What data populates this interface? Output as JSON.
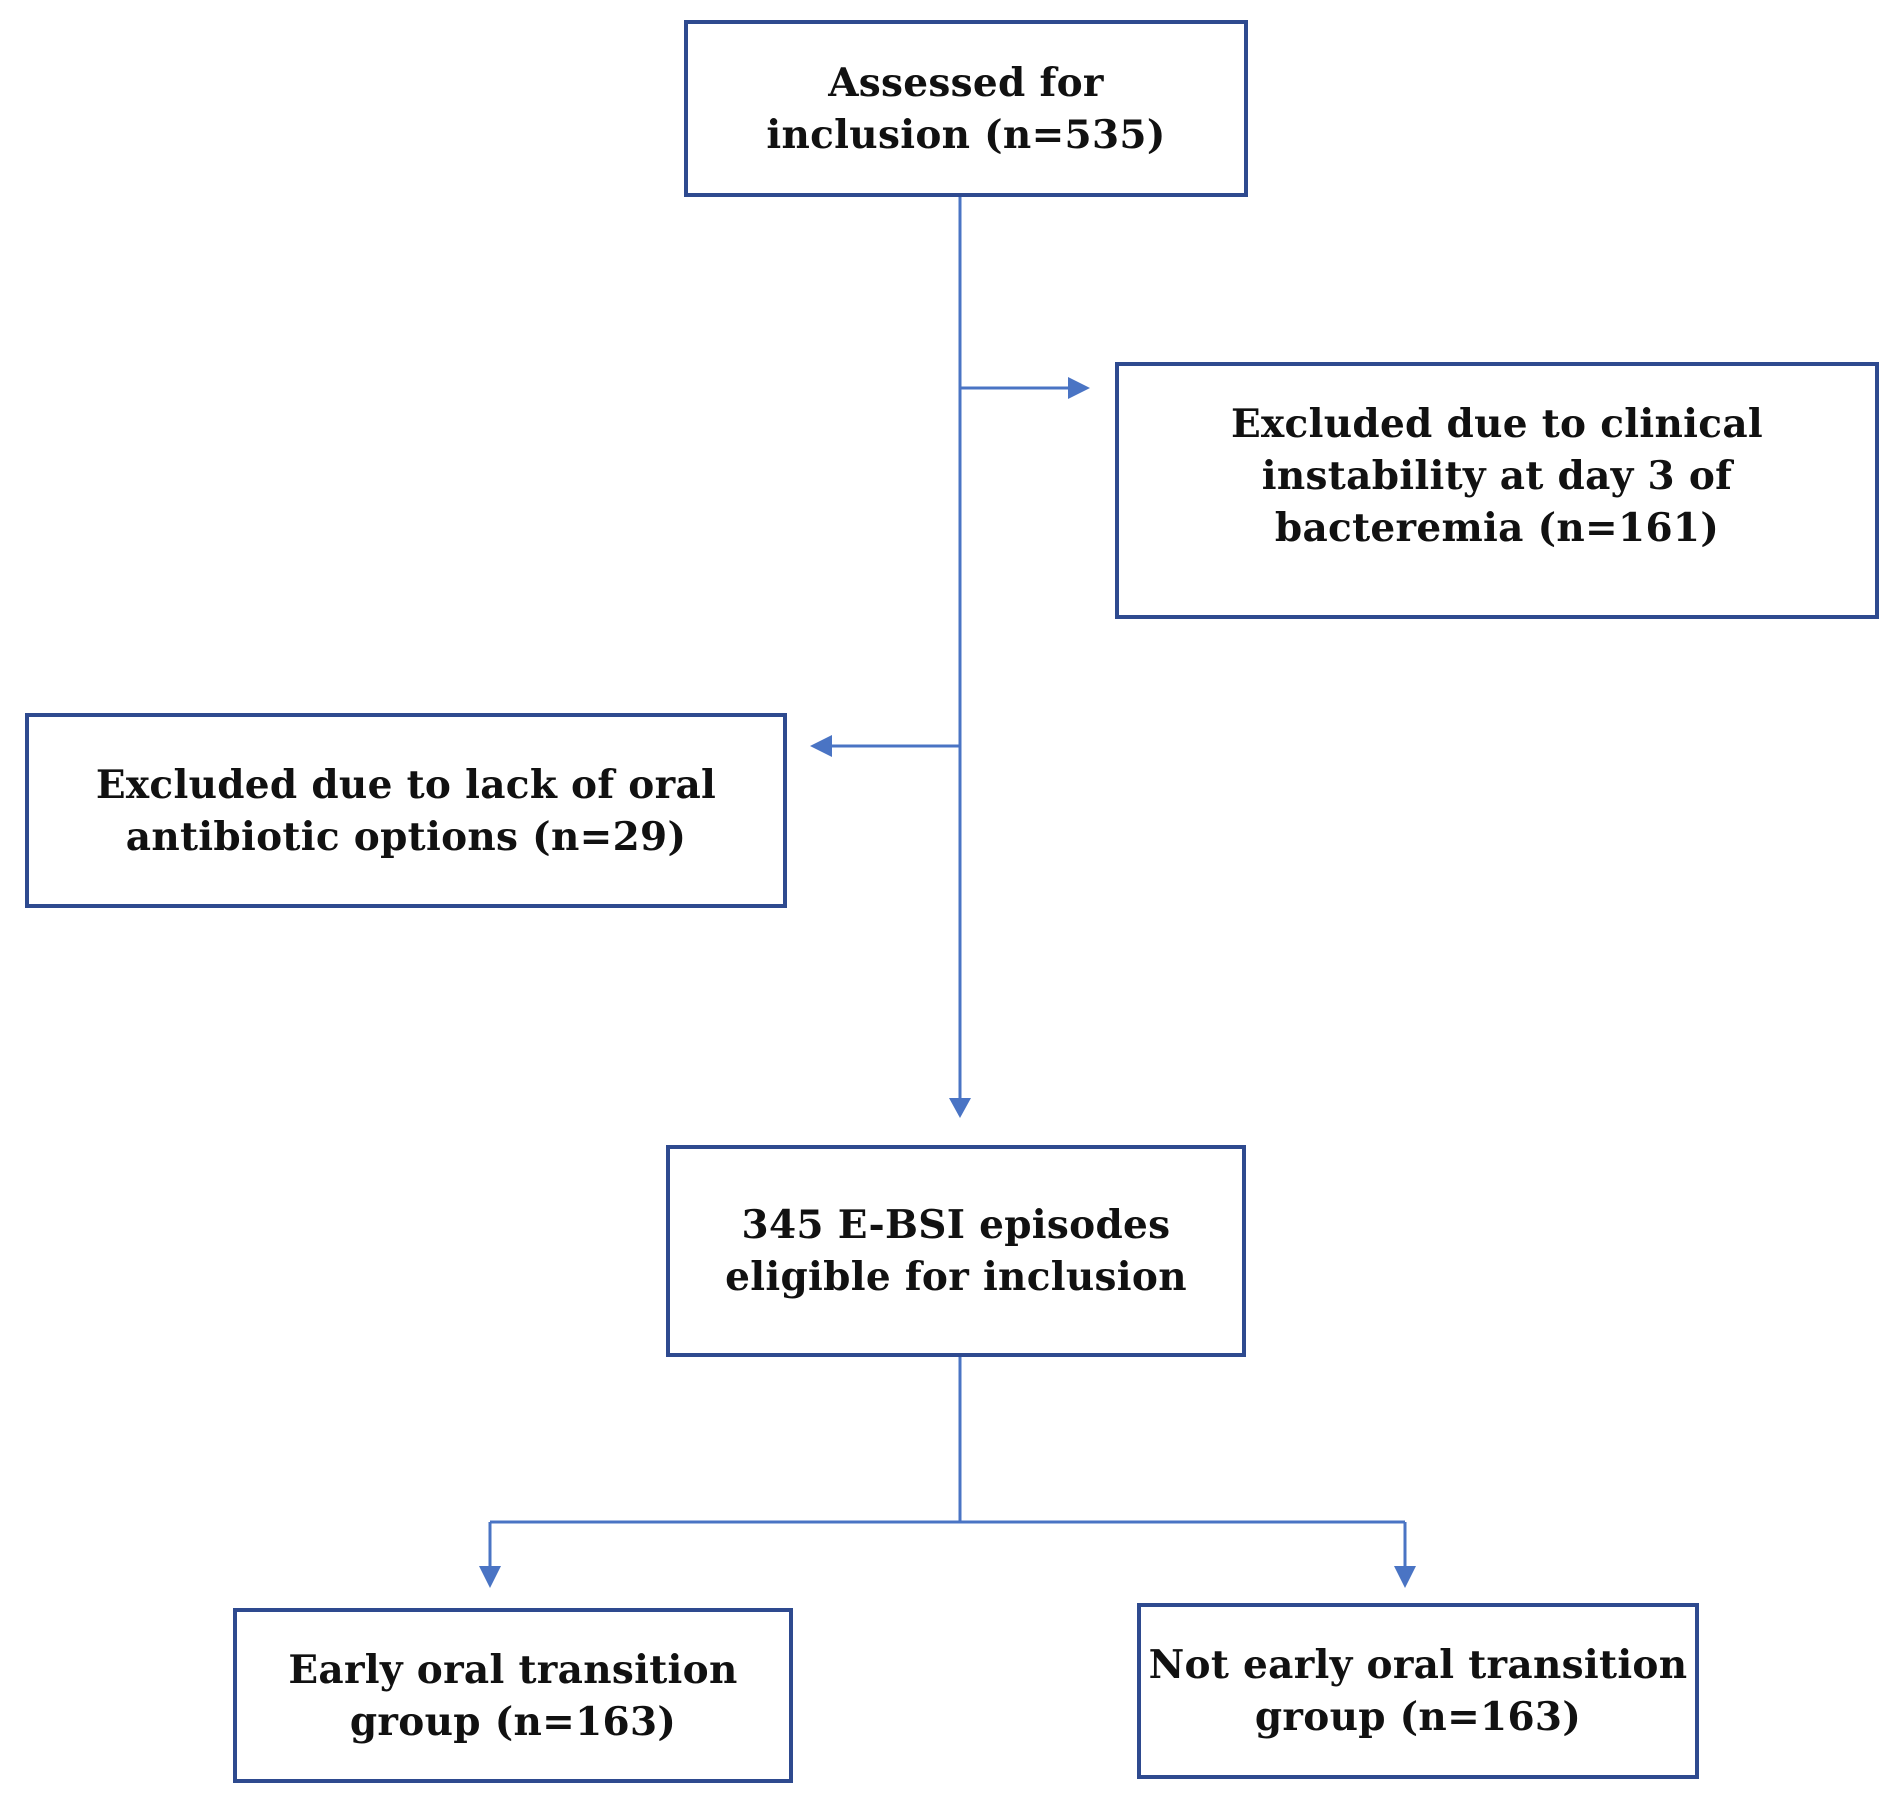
{
  "colors": {
    "box_border": "#2e4a8f",
    "connector": "#4a74c4",
    "text": "#111111",
    "background": "#ffffff"
  },
  "boxes": {
    "assessed": "Assessed for\ninclusion (n=535)",
    "excluded_clinical": "Excluded due to clinical\ninstability at day 3 of\nbacteremia (n=161)",
    "excluded_oral": "Excluded due to lack of oral\nantibiotic options (n=29)",
    "eligible": "345 E-BSI episodes\neligible for inclusion",
    "early_group": "Early oral transition\ngroup (n=163)",
    "not_early_group": "Not early oral transition\ngroup (n=163)"
  },
  "flows": [
    {
      "from": "assessed",
      "to": "excluded_clinical"
    },
    {
      "from": "assessed",
      "to": "excluded_oral"
    },
    {
      "from": "assessed",
      "to": "eligible"
    },
    {
      "from": "eligible",
      "to": "early_group"
    },
    {
      "from": "eligible",
      "to": "not_early_group"
    }
  ]
}
